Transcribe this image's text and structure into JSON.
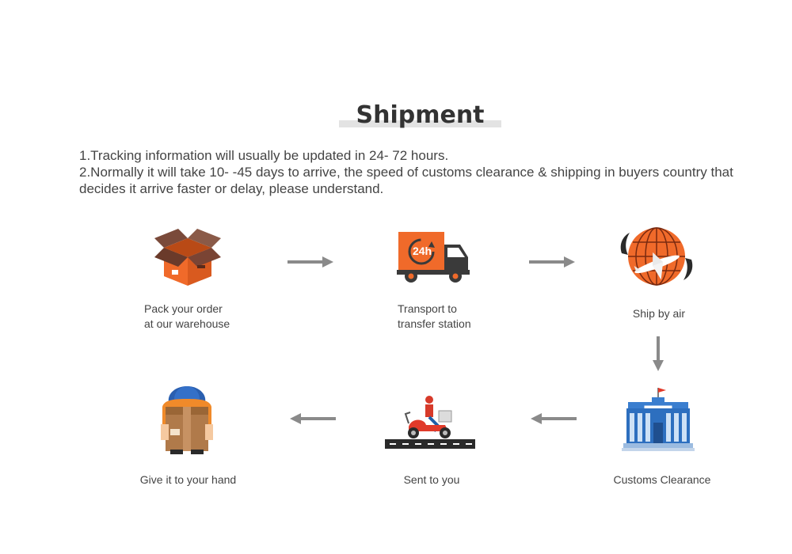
{
  "title": "Shipment",
  "info": {
    "line1": "1.Tracking information will usually be updated in 24- 72 hours.",
    "line2": "2.Normally it will take 10- -45 days to arrive, the speed of customs clearance & shipping in buyers country that decides it arrive faster or delay, please understand."
  },
  "steps": {
    "pack": {
      "line1": "Pack your order",
      "line2": "at our warehouse"
    },
    "transport": {
      "line1": "Transport to",
      "line2": "transfer station",
      "badge": "24h"
    },
    "air": {
      "label": "Ship by air"
    },
    "customs": {
      "label": "Customs Clearance"
    },
    "sent": {
      "label": "Sent to you"
    },
    "hand": {
      "label": "Give it to your hand"
    }
  },
  "colors": {
    "orange": "#f06a2a",
    "dark": "#3a3a3a",
    "arrow": "#8a8a8a",
    "blue": "#3a7ecf"
  }
}
